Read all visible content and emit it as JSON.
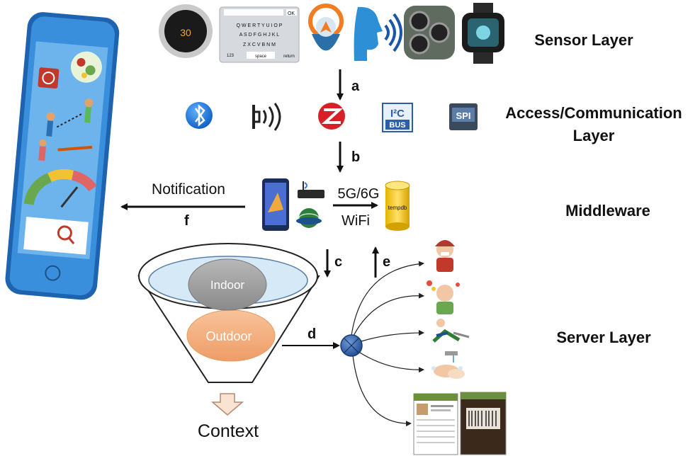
{
  "layers": {
    "sensor": "Sensor Layer",
    "access_line1": "Access/Communication",
    "access_line2": "Layer",
    "middleware": "Middleware",
    "server": "Server Layer"
  },
  "arrows": {
    "a": "a",
    "b": "b",
    "c": "c",
    "d": "d",
    "e": "e",
    "f": "f"
  },
  "middleware_labels": {
    "notification": "Notification",
    "network": "5G/6G",
    "wifi": "WiFi",
    "db": "tempdb"
  },
  "funnel": {
    "indoor": "Indoor",
    "outdoor": "Outdoor",
    "output": "Context"
  },
  "devices": {
    "thermostat_temp": "30",
    "keyboard_ok": "OK",
    "keyboard_row1": "Q W E R T Y U I O P",
    "keyboard_row2": "A S D F G H J K L",
    "keyboard_row3": "Z X C V B N M",
    "keyboard_space": "space",
    "keyboard_return": "return",
    "keyboard_num": "123"
  },
  "protocols": {
    "i2c_top": "I²C",
    "i2c_bottom": "BUS",
    "spi": "SPI"
  },
  "colors": {
    "phone_body": "#2f86d6",
    "phone_screen": "#5aa7e6",
    "funnel_top": "#d6e9f6",
    "indoor": "#9a9a9a",
    "outdoor": "#f4b183",
    "node": "#2e5fa8",
    "bluetooth": "#1a73d1",
    "zigbee": "#d62027"
  }
}
